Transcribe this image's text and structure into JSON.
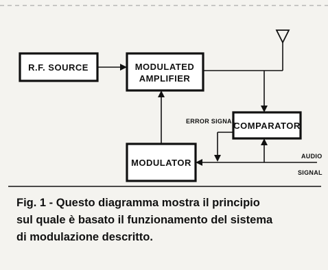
{
  "blocks": {
    "rf_source": "R.F. SOURCE",
    "modulated_amplifier_line1": "MODULATED",
    "modulated_amplifier_line2": "AMPLIFIER",
    "comparator": "COMPARATOR",
    "modulator": "MODULATOR"
  },
  "labels": {
    "error_signal": "ERROR SIGNAL",
    "audio_line1": "AUDIO",
    "audio_line2": "SIGNAL"
  },
  "caption": {
    "line1": "Fig. 1 - Questo diagramma mostra il principio",
    "line2": "sul quale è basato il funzionamento del sistema",
    "line3": "di modulazione descritto."
  }
}
